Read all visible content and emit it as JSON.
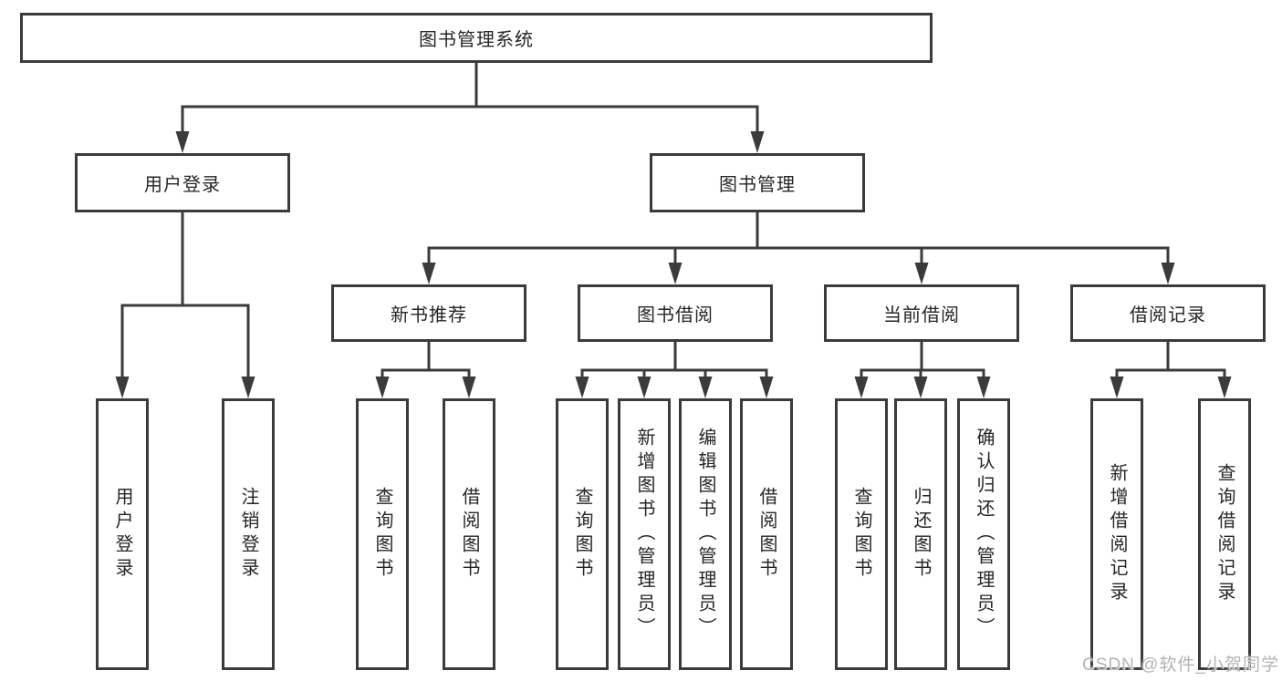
{
  "colors": {
    "line": "#3b3b3b",
    "box_border": "#3b3b3b",
    "text": "#262626",
    "background": "#ffffff",
    "watermark": "#b4b4b4"
  },
  "tree": {
    "label": "图书管理系统",
    "children": [
      {
        "label": "用户登录",
        "children": [
          {
            "label": "用户登录"
          },
          {
            "label": "注销登录"
          }
        ]
      },
      {
        "label": "图书管理",
        "children": [
          {
            "label": "新书推荐",
            "children": [
              {
                "label": "查询图书"
              },
              {
                "label": "借阅图书"
              }
            ]
          },
          {
            "label": "图书借阅",
            "children": [
              {
                "label": "查询图书"
              },
              {
                "label": "新增图书（管理员）"
              },
              {
                "label": "编辑图书（管理员）"
              },
              {
                "label": "借阅图书"
              }
            ]
          },
          {
            "label": "当前借阅",
            "children": [
              {
                "label": "查询图书"
              },
              {
                "label": "归还图书"
              },
              {
                "label": "确认归还（管理员）"
              }
            ]
          },
          {
            "label": "借阅记录",
            "children": [
              {
                "label": "新增借阅记录"
              },
              {
                "label": "查询借阅记录"
              }
            ]
          }
        ]
      }
    ]
  },
  "watermark": {
    "text": "CSDN @软件_小贺同学"
  }
}
